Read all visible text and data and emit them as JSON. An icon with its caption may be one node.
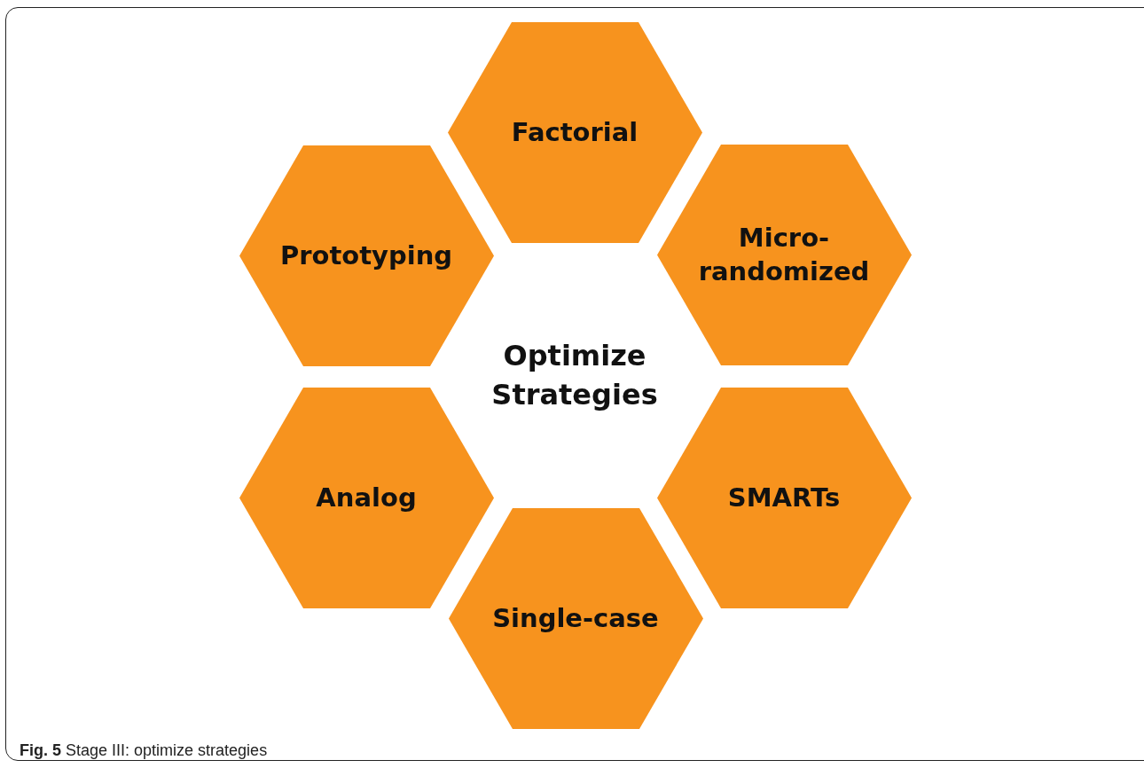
{
  "diagram": {
    "caption": "**Fig. 5** Stage III: optimize strategies",
    "nodes": [
      {
        "text": [
          "Factorial"
        ]
      },
      {
        "text": [
          "Prototyping"
        ]
      },
      {
        "text": [
          "Micro- randomized"
        ]
      },
      {
        "text": [
          "Analog"
        ]
      },
      {
        "text": [
          "SMARTs"
        ]
      },
      {
        "text": [
          "Single-case"
        ]
      }
    ],
    "edges": [],
    "labels": [
      "Optimize Strategies"
    ]
  }
}
